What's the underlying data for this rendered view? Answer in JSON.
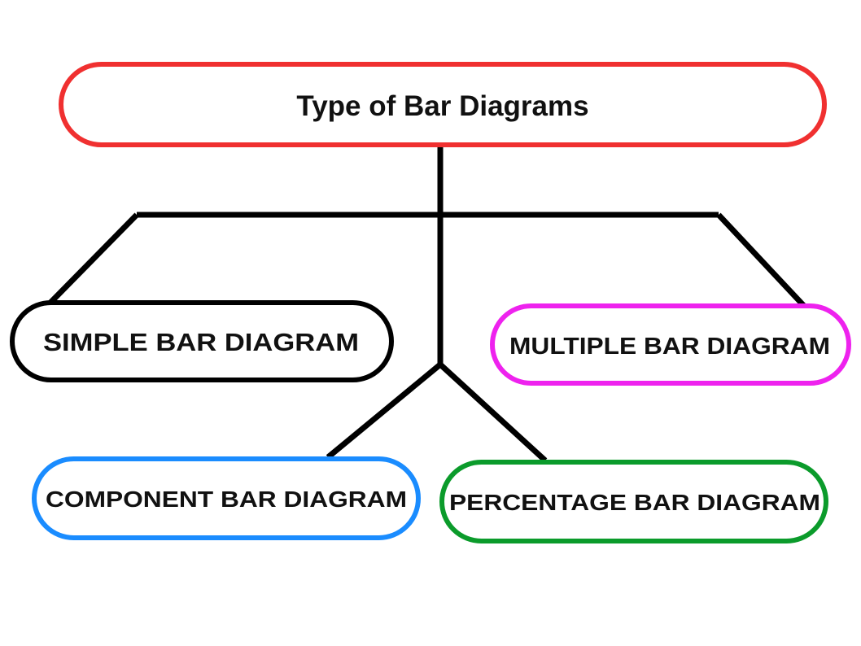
{
  "title": "Type of Bar Diagrams",
  "nodes": {
    "simple": {
      "label": "SIMPLE BAR DIAGRAM",
      "color": "#000000"
    },
    "multiple": {
      "label": "MULTIPLE BAR DIAGRAM",
      "color": "#ee22ee"
    },
    "component": {
      "label": "COMPONENT BAR DIAGRAM",
      "color": "#1a8cff"
    },
    "percentage": {
      "label": "PERCENTAGE BAR DIAGRAM",
      "color": "#0b9b2b"
    }
  },
  "colors": {
    "root_border": "#f03030",
    "connector": "#000000",
    "text": "#111111"
  }
}
